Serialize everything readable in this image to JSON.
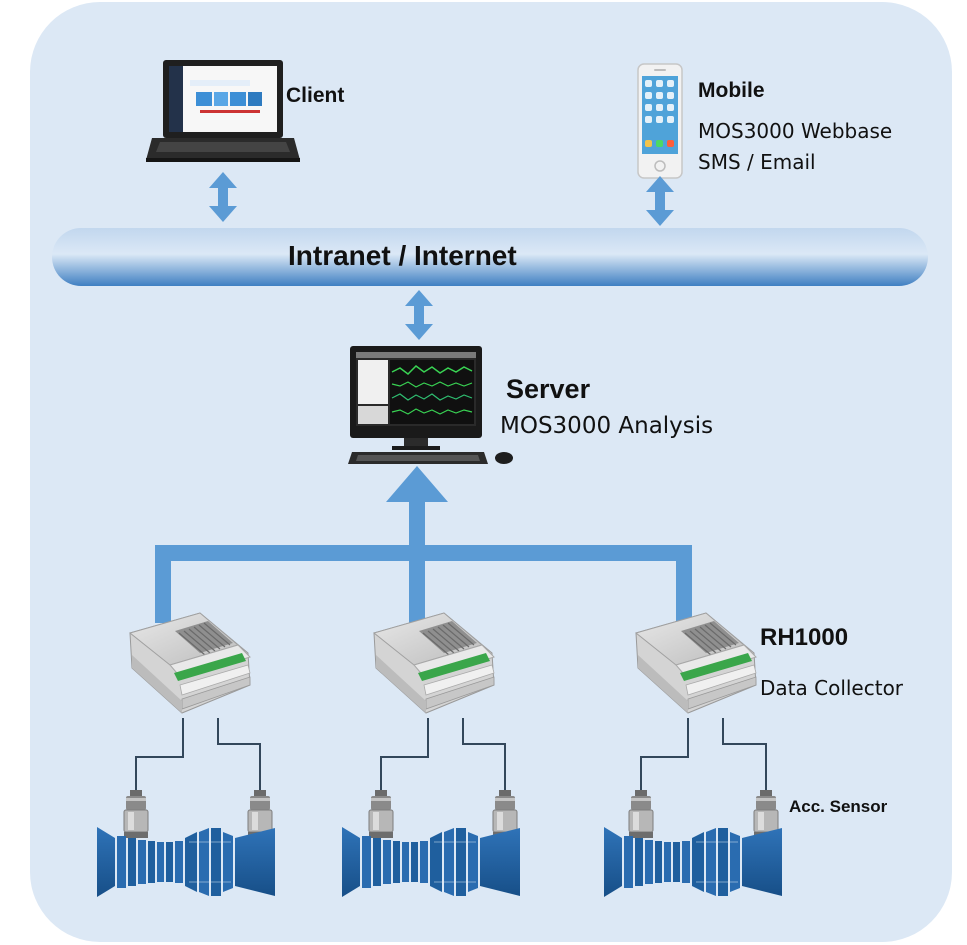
{
  "client": {
    "label": "Client"
  },
  "mobile": {
    "label": "Mobile",
    "line1": "MOS3000 Webbase",
    "line2": "SMS / Email"
  },
  "network": {
    "label": "Intranet / Internet"
  },
  "server": {
    "label": "Server",
    "subtitle": "MOS3000 Analysis"
  },
  "collector": {
    "label": "RH1000",
    "subtitle": "Data Collector"
  },
  "sensor": {
    "label": "Acc. Sensor"
  },
  "colors": {
    "panel": "#dce8f5",
    "arrow": "#5b9bd5",
    "cable": "#33475b",
    "turbine": "#1f5f9e"
  }
}
